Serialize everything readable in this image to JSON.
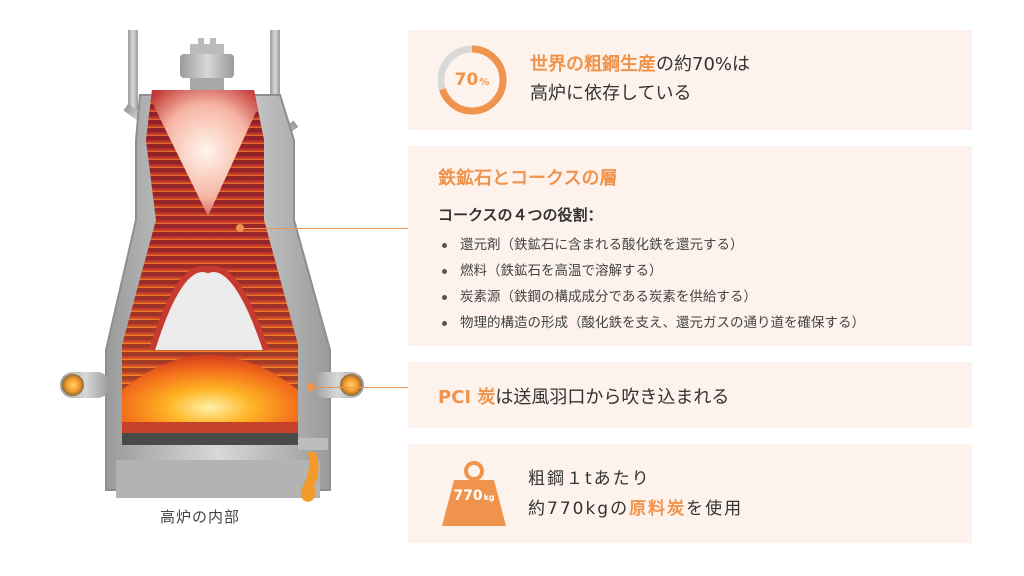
{
  "furnace": {
    "caption": "高炉の内部"
  },
  "share": {
    "ring_value": "70",
    "ring_unit": "%",
    "ring_fraction": 0.7,
    "line1_highlight": "世界の粗鋼生産",
    "line1_rest": "の約70%は",
    "line2": "高炉に依存している"
  },
  "layers": {
    "title": "鉄鉱石とコークスの層",
    "subtitle": "コークスの４つの役割：",
    "items": [
      "還元剤（鉄鉱石に含まれる酸化鉄を還元する）",
      "燃料（鉄鉱石を高温で溶解する）",
      "炭素源（鉄鋼の構成成分である炭素を供給する）",
      "物理的構造の形成（酸化鉄を支え、還元ガスの通り道を確保する）"
    ]
  },
  "pci": {
    "highlight": "PCI 炭",
    "rest": "は送風羽口から吹き込まれる"
  },
  "usage": {
    "weight_value": "770",
    "weight_unit": "kg",
    "line1": "粗鋼１tあたり",
    "line2_prefix": "約770kgの",
    "line2_highlight": "原料炭",
    "line2_suffix": "を使用"
  },
  "colors": {
    "accent": "#f0944d",
    "card_bg": "#fdf3ec",
    "ring_track": "#d9d9d9"
  }
}
